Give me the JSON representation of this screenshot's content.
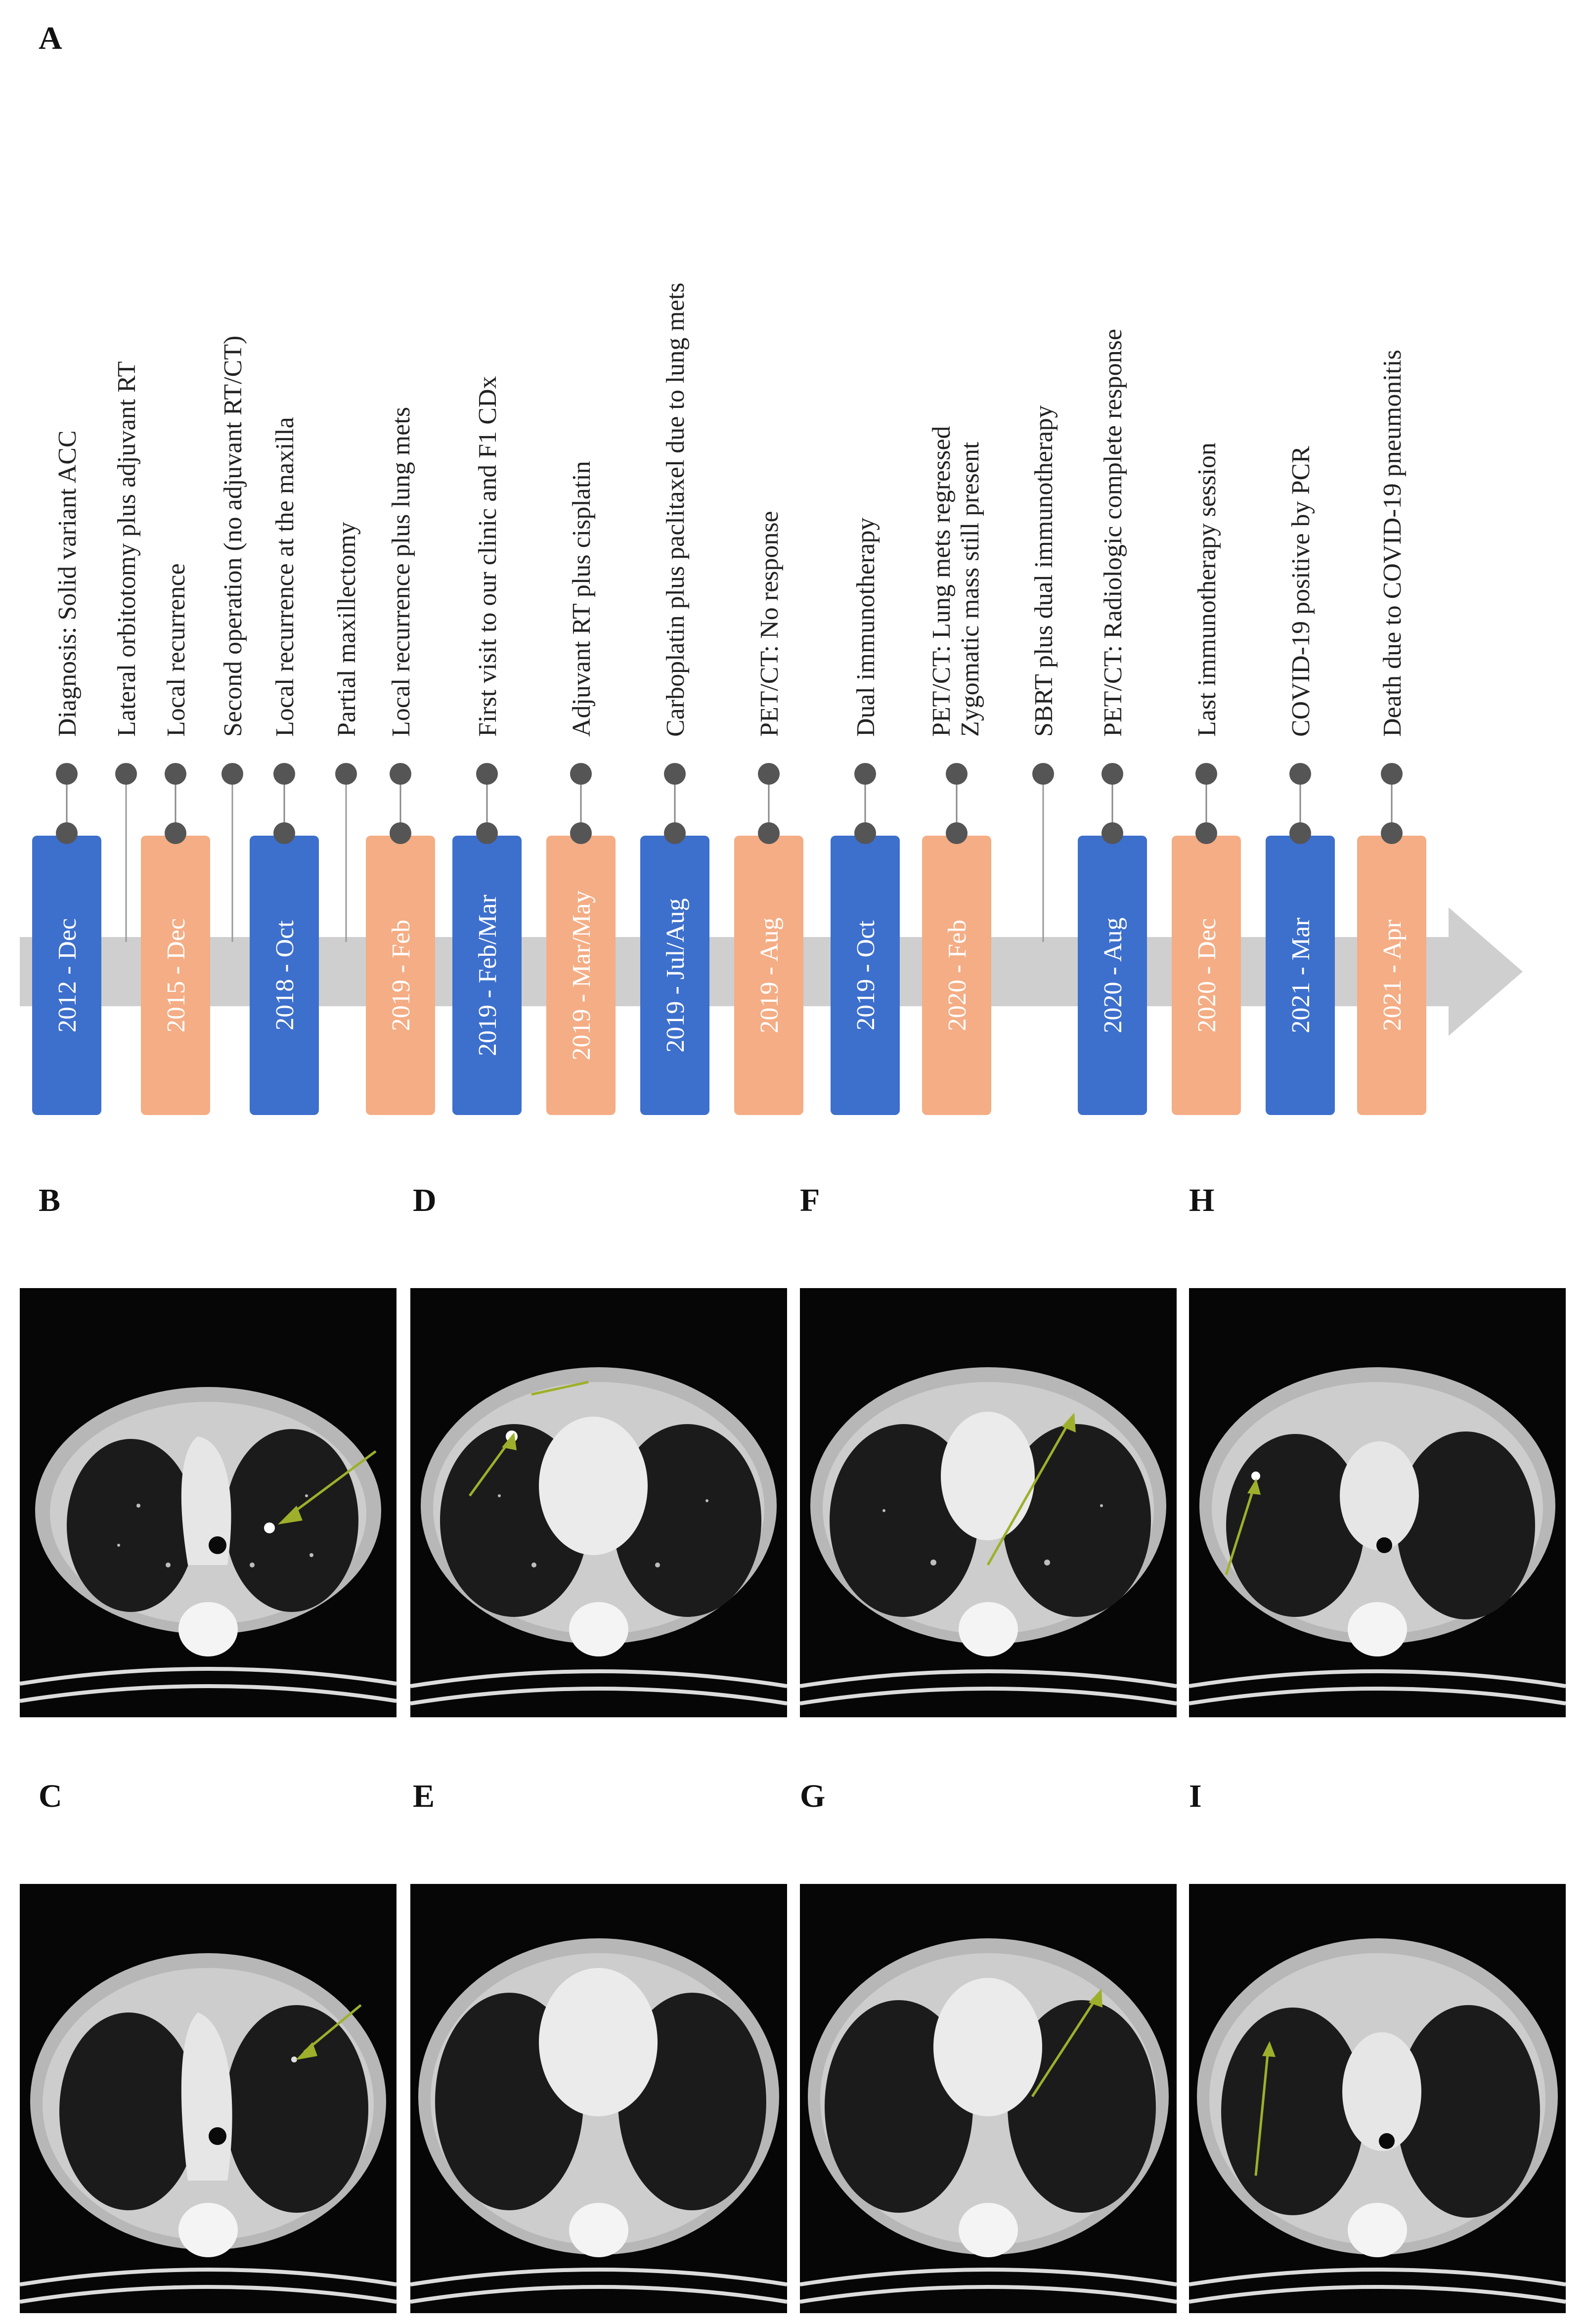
{
  "panels": {
    "a": "A",
    "b": "B",
    "c": "C",
    "d": "D",
    "e": "E",
    "f": "F",
    "g": "G",
    "h": "H",
    "i": "I"
  },
  "colors": {
    "blue": "#3d6fcc",
    "orange": "#f4ad85",
    "arrow_gray": "#cfcfcf",
    "marker": "#555555",
    "pointer": "#9eb02b"
  },
  "timeline": {
    "events": [
      {
        "label": "Diagnosis: Solid variant ACC",
        "date": "2012 - Dec",
        "color": "blue",
        "tall": true
      },
      {
        "label": "Lateral orbitotomy plus adjuvant RT",
        "date": "",
        "color": "",
        "tall": false
      },
      {
        "label": "Local recurrence",
        "date": "2015 - Dec",
        "color": "orange",
        "tall": true
      },
      {
        "label": "Second operation (no adjuvant RT/CT)",
        "date": "",
        "color": "",
        "tall": false
      },
      {
        "label": "Local recurrence at the maxilla",
        "date": "2018 - Oct",
        "color": "blue",
        "tall": true
      },
      {
        "label": "Partial maxillectomy",
        "date": "",
        "color": "",
        "tall": false
      },
      {
        "label": "Local recurrence plus lung mets",
        "date": "2019 - Feb",
        "color": "orange",
        "tall": true
      },
      {
        "label": "First visit to our clinic and F1 CDx",
        "date": "2019 - Feb/Mar",
        "color": "blue",
        "tall": true
      },
      {
        "label": "Adjuvant RT plus cisplatin",
        "date": "2019 - Mar/May",
        "color": "orange",
        "tall": true
      },
      {
        "label": "Carboplatin plus paclitaxel due to lung mets",
        "date": "2019 - Jul/Aug",
        "color": "blue",
        "tall": true
      },
      {
        "label": "PET/CT: No response",
        "date": "2019 - Aug",
        "color": "orange",
        "tall": true
      },
      {
        "label": "Dual immunotherapy",
        "date": "2019 - Oct",
        "color": "blue",
        "tall": true
      },
      {
        "label": "PET/CT: Lung mets regressed",
        "label2": "Zygomatic mass still present",
        "date": "2020 - Feb",
        "color": "orange",
        "tall": true
      },
      {
        "label": "SBRT plus dual immunotherapy",
        "date": "",
        "color": "",
        "tall": false
      },
      {
        "label": "PET/CT: Radiologic complete response",
        "date": "2020 - Aug",
        "color": "blue",
        "tall": true
      },
      {
        "label": "Last immunotherapy session",
        "date": "2020 - Dec",
        "color": "orange",
        "tall": true
      },
      {
        "label": "COVID-19 positive by PCR",
        "date": "2021 - Mar",
        "color": "blue",
        "tall": true
      },
      {
        "label": "Death due to COVID-19 pneumonitis",
        "date": "2021 - Apr",
        "color": "orange",
        "tall": true
      }
    ]
  }
}
